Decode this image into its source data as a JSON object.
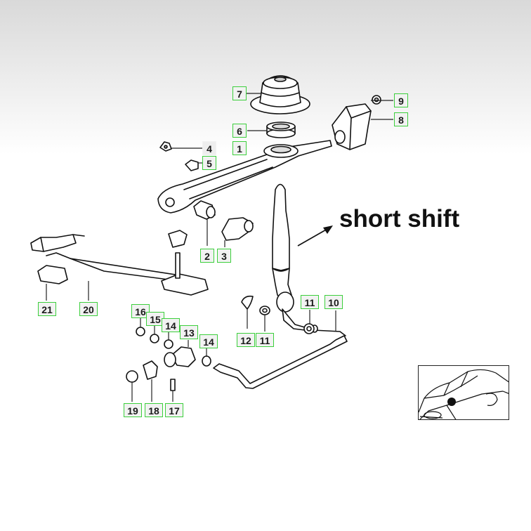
{
  "diagram": {
    "title": "short shift",
    "callouts": [
      {
        "id": "c7",
        "text": "7"
      },
      {
        "id": "c9",
        "text": "9"
      },
      {
        "id": "c8",
        "text": "8"
      },
      {
        "id": "c6",
        "text": "6"
      },
      {
        "id": "c4",
        "text": "4"
      },
      {
        "id": "c1",
        "text": "1"
      },
      {
        "id": "c5",
        "text": "5"
      },
      {
        "id": "c2",
        "text": "2"
      },
      {
        "id": "c3",
        "text": "3"
      },
      {
        "id": "c21",
        "text": "21"
      },
      {
        "id": "c20",
        "text": "20"
      },
      {
        "id": "c11a",
        "text": "11"
      },
      {
        "id": "c10",
        "text": "10"
      },
      {
        "id": "c16",
        "text": "16"
      },
      {
        "id": "c15",
        "text": "15"
      },
      {
        "id": "c14a",
        "text": "14"
      },
      {
        "id": "c13",
        "text": "13"
      },
      {
        "id": "c14b",
        "text": "14"
      },
      {
        "id": "c12",
        "text": "12"
      },
      {
        "id": "c11b",
        "text": "11"
      },
      {
        "id": "c19",
        "text": "19"
      },
      {
        "id": "c18",
        "text": "18"
      },
      {
        "id": "c17",
        "text": "17"
      }
    ]
  }
}
